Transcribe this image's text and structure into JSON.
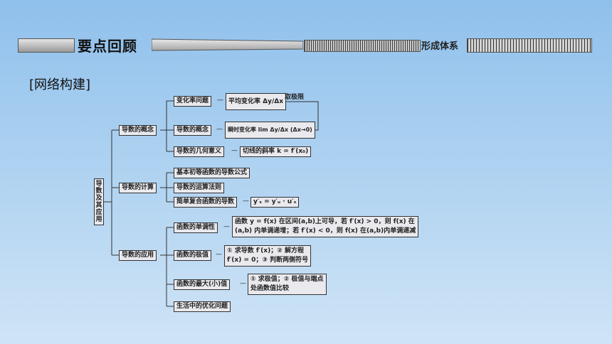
{
  "header": {
    "title": "要点回顾",
    "subtitle": "形成体系"
  },
  "section_title": "[网络构建]",
  "root": "导数及其应用",
  "branches": [
    {
      "label": "导数的概念"
    },
    {
      "label": "导数的计算"
    },
    {
      "label": "导数的应用"
    }
  ],
  "concept": {
    "rate_problem": "变化率问题",
    "avg_rate": "平均变化率 Δy/Δx",
    "take_limit": "取极限",
    "derivative_concept": "导数的概念",
    "instant_rate": "瞬时变化率 lim Δy/Δx (Δx→0)",
    "geometric_meaning": "导数的几何意义",
    "tangent_slope": "切线的斜率 k = f′(x₀)"
  },
  "calc": {
    "basic_formulas": "基本初等函数的导数公式",
    "rules": "导数的运算法则",
    "composite": "简单复合函数的导数",
    "chain": "y′ₓ = y′ᵤ · u′ₓ"
  },
  "app": {
    "monotonic": "函数的单调性",
    "monotonic_desc_1": "函数 y = f(x) 在区间(a,b)上可导，若 f′(x) > 0，则 f(x) 在",
    "monotonic_desc_2": "(a,b) 内单调递增；若 f′(x) < 0，则 f(x) 在(a,b)内单调递减",
    "extreme": "函数的极值",
    "extreme_desc_1": "① 求导数 f′(x)；② 解方程",
    "extreme_desc_2": "f′(x) = 0；③ 判断两侧符号",
    "max_min": "函数的最大(小)值",
    "max_min_desc_1": "① 求极值；② 极值与端点",
    "max_min_desc_2": "处函数值比较",
    "optimization": "生活中的优化问题"
  },
  "dash": "—"
}
